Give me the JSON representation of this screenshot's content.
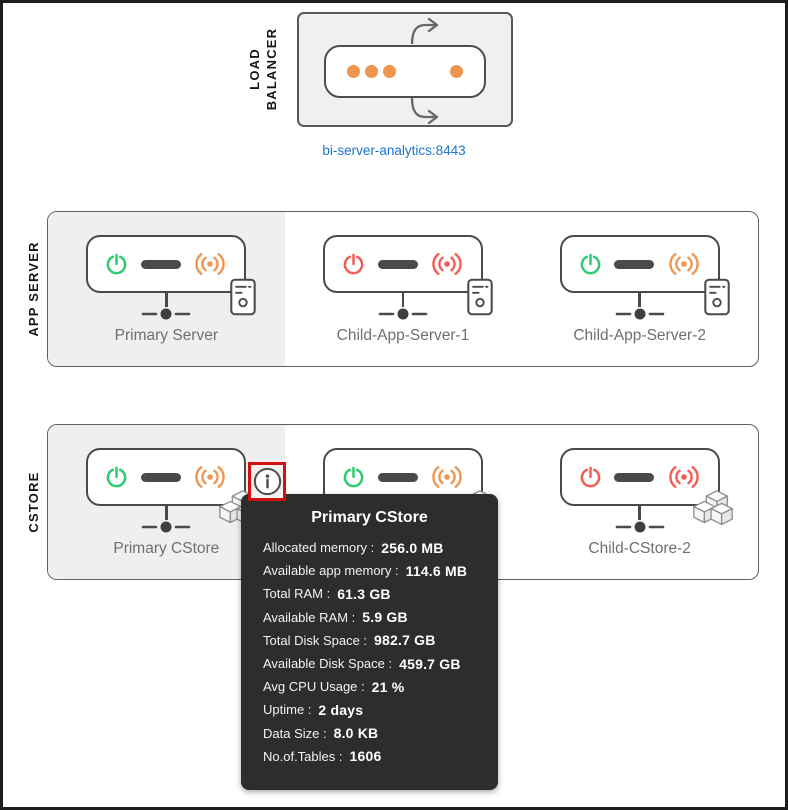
{
  "load_balancer": {
    "label_line1": "LOAD",
    "label_line2": "BALANCER",
    "link": "bi-server-analytics:8443"
  },
  "colors": {
    "on": "#2ecc71",
    "off": "#f25c55",
    "warn": "#f0954f",
    "link": "#1a73d1",
    "highlight": "#efefef",
    "tooltip_bg": "#2d2d2d",
    "info_border": "#d40f0f"
  },
  "icons": [
    "load-balancer-icon",
    "cycle-arrow-icon",
    "power-icon",
    "broadcast-signal-icon",
    "network-node-icon",
    "server-tower-icon",
    "packages-icon",
    "info-icon"
  ],
  "sections": [
    {
      "label": "APP SERVER",
      "servers": [
        {
          "name": "Primary Server",
          "power": "on",
          "signal": "warn",
          "highlight": true,
          "device": "tower"
        },
        {
          "name": "Child-App-Server-1",
          "power": "off",
          "signal": "off",
          "highlight": false,
          "device": "tower"
        },
        {
          "name": "Child-App-Server-2",
          "power": "on",
          "signal": "warn",
          "highlight": false,
          "device": "tower"
        }
      ]
    },
    {
      "label": "CSTORE",
      "servers": [
        {
          "name": "Primary CStore",
          "power": "on",
          "signal": "warn",
          "highlight": true,
          "device": "packages",
          "info": true
        },
        {
          "name": "",
          "power": "on",
          "signal": "warn",
          "highlight": false,
          "device": "packages"
        },
        {
          "name": "Child-CStore-2",
          "power": "off",
          "signal": "off",
          "highlight": false,
          "device": "packages"
        }
      ]
    }
  ],
  "tooltip": {
    "title": "Primary CStore",
    "rows": [
      {
        "label": "Allocated memory :",
        "value": "256.0 MB"
      },
      {
        "label": "Available app memory :",
        "value": "114.6 MB"
      },
      {
        "label": "Total RAM :",
        "value": "61.3 GB"
      },
      {
        "label": "Available RAM :",
        "value": "5.9 GB"
      },
      {
        "label": "Total Disk Space :",
        "value": "982.7 GB"
      },
      {
        "label": "Available Disk Space :",
        "value": "459.7 GB"
      },
      {
        "label": "Avg CPU Usage :",
        "value": "21 %"
      },
      {
        "label": "Uptime :",
        "value": "2 days"
      },
      {
        "label": "Data Size :",
        "value": "8.0 KB"
      },
      {
        "label": "No.of.Tables :",
        "value": "1606"
      }
    ]
  }
}
